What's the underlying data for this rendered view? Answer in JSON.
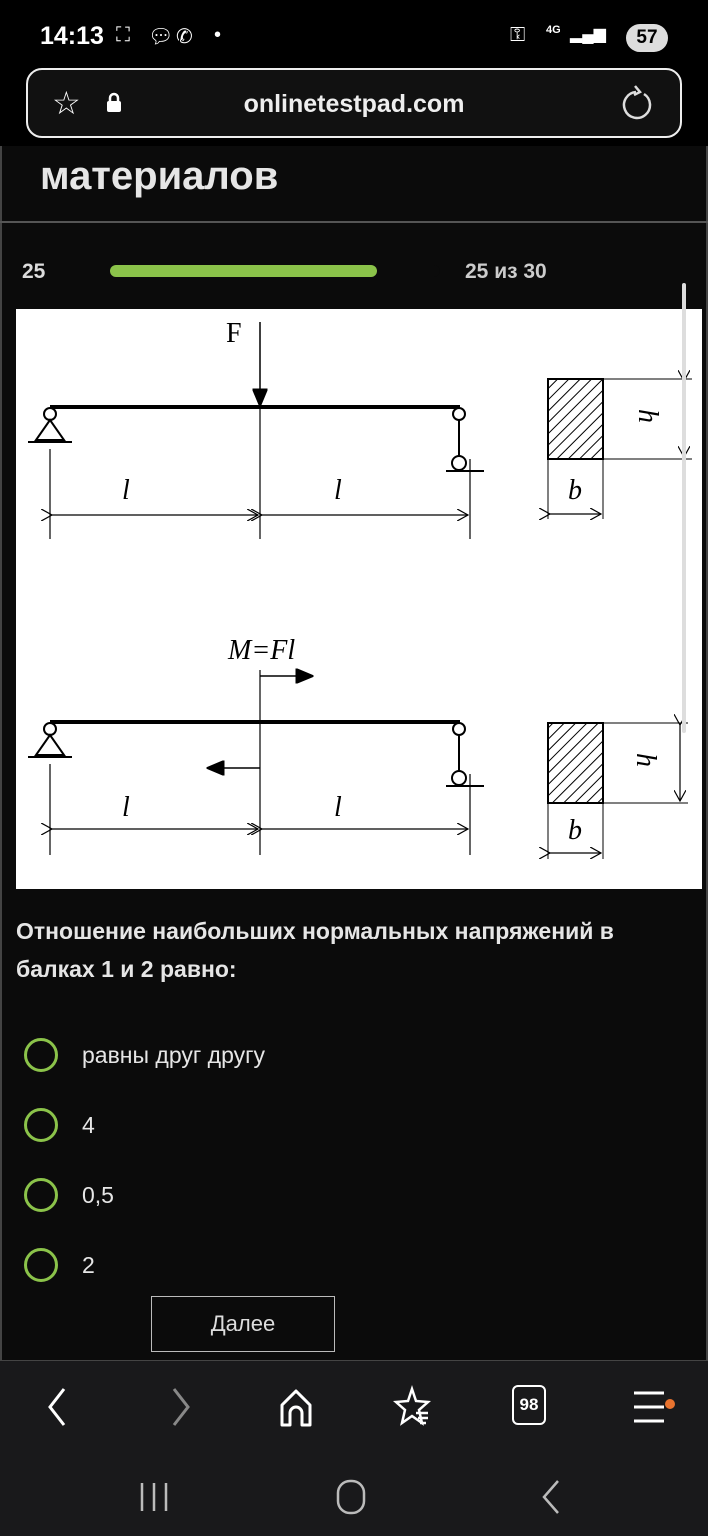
{
  "status_bar": {
    "time": "14:13",
    "network": "4G",
    "battery": "57"
  },
  "browser": {
    "url": "onlinetestpad.com",
    "tab_count": "98"
  },
  "page": {
    "heading": "материалов",
    "question_number": "25",
    "progress_text": "25 из 30",
    "progress_fraction": 0.833,
    "accent": "#8bc34a"
  },
  "figure": {
    "force_label": "F",
    "moment_label": "M=Fl",
    "length_label": "l",
    "height_label": "h",
    "width_label": "b"
  },
  "question": {
    "text": "Отношение наибольших нормальных напряжений в балках 1 и 2 равно:",
    "options": [
      {
        "label": "равны друг другу"
      },
      {
        "label": "4"
      },
      {
        "label": "0,5"
      },
      {
        "label": "2"
      }
    ]
  },
  "next_button": "Далее"
}
